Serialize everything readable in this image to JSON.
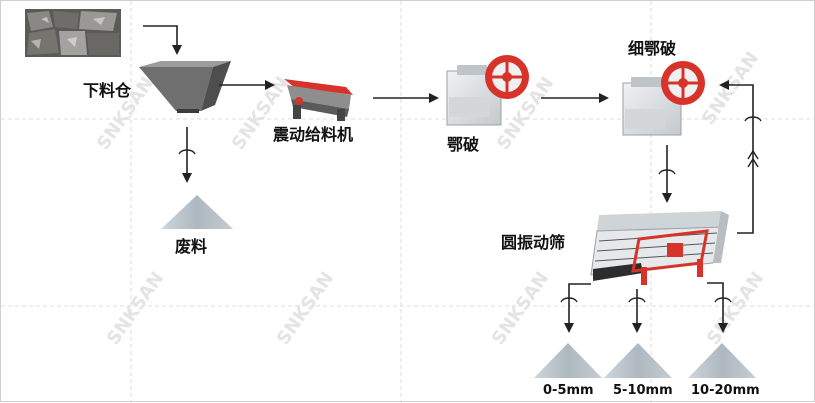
{
  "nodes": {
    "hopper": "下料仓",
    "vibrating_feeder": "震动给料机",
    "jaw_crusher": "鄂破",
    "fine_jaw_crusher": "细鄂破",
    "circular_screen": "圆振动筛",
    "waste": "废料"
  },
  "products": [
    "0-5mm",
    "5-10mm",
    "10-20mm"
  ],
  "watermark": "SNKSAN",
  "colors": {
    "arrow": "#222222",
    "machine_red": "#d7332b",
    "machine_grey": "#d9dcdf",
    "pile_grey": "#b9c2c9",
    "grid": "#dcdcdc"
  }
}
